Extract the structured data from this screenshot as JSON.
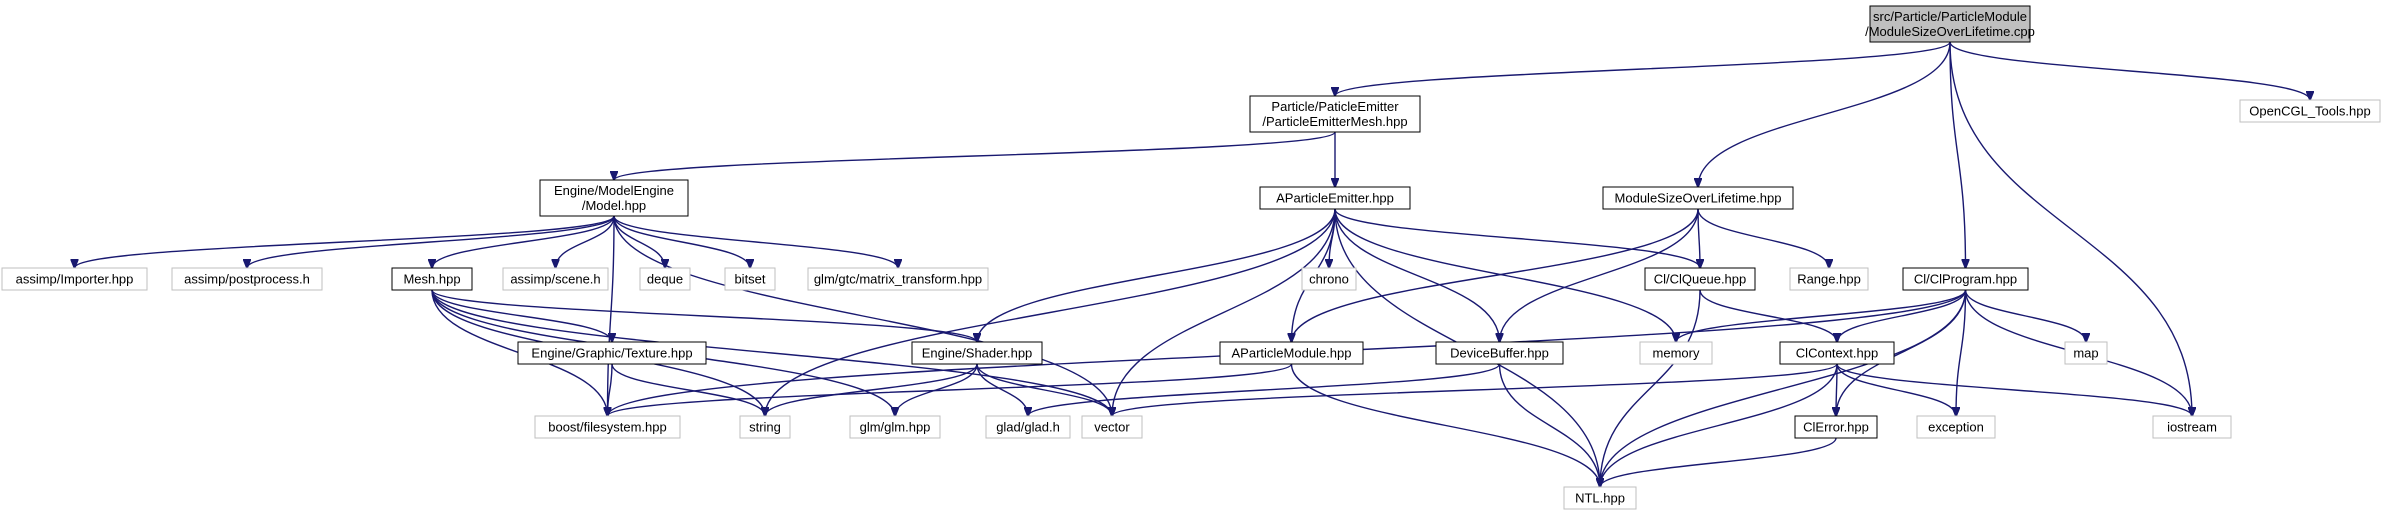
{
  "diagram": {
    "colors": {
      "edge": "#191970",
      "root_fill": "#bfbfbf",
      "root_stroke": "#000000",
      "internal_stroke": "#000000",
      "external_stroke": "#bfbfbf",
      "node_fill": "#ffffff"
    },
    "nodes": [
      {
        "id": "root",
        "kind": "root",
        "lines": [
          "src/Particle/ParticleModule",
          "/ModuleSizeOverLifetime.cpp"
        ]
      },
      {
        "id": "mesh_hpp_emitter",
        "kind": "internal",
        "lines": [
          "Particle/PaticleEmitter",
          "/ParticleEmitterMesh.hpp"
        ]
      },
      {
        "id": "opencgl_tools",
        "kind": "external",
        "lines": [
          "OpenCGL_Tools.hpp"
        ]
      },
      {
        "id": "model_hpp",
        "kind": "internal",
        "lines": [
          "Engine/ModelEngine",
          "/Model.hpp"
        ]
      },
      {
        "id": "aparticle_emitter",
        "kind": "internal",
        "lines": [
          "AParticleEmitter.hpp"
        ]
      },
      {
        "id": "module_size",
        "kind": "internal",
        "lines": [
          "ModuleSizeOverLifetime.hpp"
        ]
      },
      {
        "id": "assimp_importer",
        "kind": "external",
        "lines": [
          "assimp/Importer.hpp"
        ]
      },
      {
        "id": "assimp_post",
        "kind": "external",
        "lines": [
          "assimp/postprocess.h"
        ]
      },
      {
        "id": "mesh_hpp",
        "kind": "internal",
        "lines": [
          "Mesh.hpp"
        ]
      },
      {
        "id": "assimp_scene",
        "kind": "external",
        "lines": [
          "assimp/scene.h"
        ]
      },
      {
        "id": "deque",
        "kind": "external",
        "lines": [
          "deque"
        ]
      },
      {
        "id": "bitset",
        "kind": "external",
        "lines": [
          "bitset"
        ]
      },
      {
        "id": "glm_mt",
        "kind": "external",
        "lines": [
          "glm/gtc/matrix_transform.hpp"
        ]
      },
      {
        "id": "chrono",
        "kind": "external",
        "lines": [
          "chrono"
        ]
      },
      {
        "id": "clqueue",
        "kind": "internal",
        "lines": [
          "Cl/ClQueue.hpp"
        ]
      },
      {
        "id": "range",
        "kind": "external",
        "lines": [
          "Range.hpp"
        ]
      },
      {
        "id": "clprogram",
        "kind": "internal",
        "lines": [
          "Cl/ClProgram.hpp"
        ]
      },
      {
        "id": "texture",
        "kind": "internal",
        "lines": [
          "Engine/Graphic/Texture.hpp"
        ]
      },
      {
        "id": "shader",
        "kind": "internal",
        "lines": [
          "Engine/Shader.hpp"
        ]
      },
      {
        "id": "aparticle_module",
        "kind": "internal",
        "lines": [
          "AParticleModule.hpp"
        ]
      },
      {
        "id": "devicebuffer",
        "kind": "internal",
        "lines": [
          "DeviceBuffer.hpp"
        ]
      },
      {
        "id": "memory",
        "kind": "external",
        "lines": [
          "memory"
        ]
      },
      {
        "id": "clcontext",
        "kind": "internal",
        "lines": [
          "ClContext.hpp"
        ]
      },
      {
        "id": "map",
        "kind": "external",
        "lines": [
          "map"
        ]
      },
      {
        "id": "boost_fs",
        "kind": "external",
        "lines": [
          "boost/filesystem.hpp"
        ]
      },
      {
        "id": "string",
        "kind": "external",
        "lines": [
          "string"
        ]
      },
      {
        "id": "glm_glm",
        "kind": "external",
        "lines": [
          "glm/glm.hpp"
        ]
      },
      {
        "id": "glad",
        "kind": "external",
        "lines": [
          "glad/glad.h"
        ]
      },
      {
        "id": "vector",
        "kind": "external",
        "lines": [
          "vector"
        ]
      },
      {
        "id": "clerror",
        "kind": "internal",
        "lines": [
          "ClError.hpp"
        ]
      },
      {
        "id": "exception",
        "kind": "external",
        "lines": [
          "exception"
        ]
      },
      {
        "id": "iostream",
        "kind": "external",
        "lines": [
          "iostream"
        ]
      },
      {
        "id": "ntl",
        "kind": "external",
        "lines": [
          "NTL.hpp"
        ]
      }
    ],
    "edges": [
      [
        "root",
        "mesh_hpp_emitter"
      ],
      [
        "root",
        "opencgl_tools"
      ],
      [
        "root",
        "module_size"
      ],
      [
        "root",
        "clprogram"
      ],
      [
        "root",
        "iostream"
      ],
      [
        "mesh_hpp_emitter",
        "model_hpp"
      ],
      [
        "mesh_hpp_emitter",
        "aparticle_emitter"
      ],
      [
        "model_hpp",
        "assimp_importer"
      ],
      [
        "model_hpp",
        "assimp_post"
      ],
      [
        "model_hpp",
        "mesh_hpp"
      ],
      [
        "model_hpp",
        "assimp_scene"
      ],
      [
        "model_hpp",
        "deque"
      ],
      [
        "model_hpp",
        "bitset"
      ],
      [
        "model_hpp",
        "glm_mt"
      ],
      [
        "model_hpp",
        "boost_fs"
      ],
      [
        "model_hpp",
        "vector"
      ],
      [
        "mesh_hpp",
        "texture"
      ],
      [
        "mesh_hpp",
        "shader"
      ],
      [
        "mesh_hpp",
        "boost_fs"
      ],
      [
        "mesh_hpp",
        "string"
      ],
      [
        "mesh_hpp",
        "glm_glm"
      ],
      [
        "mesh_hpp",
        "vector"
      ],
      [
        "texture",
        "boost_fs"
      ],
      [
        "texture",
        "string"
      ],
      [
        "aparticle_emitter",
        "chrono"
      ],
      [
        "aparticle_emitter",
        "clqueue"
      ],
      [
        "aparticle_emitter",
        "shader"
      ],
      [
        "aparticle_emitter",
        "aparticle_module"
      ],
      [
        "aparticle_emitter",
        "devicebuffer"
      ],
      [
        "aparticle_emitter",
        "memory"
      ],
      [
        "aparticle_emitter",
        "string"
      ],
      [
        "aparticle_emitter",
        "vector"
      ],
      [
        "aparticle_emitter",
        "ntl"
      ],
      [
        "shader",
        "string"
      ],
      [
        "shader",
        "glm_glm"
      ],
      [
        "shader",
        "glad"
      ],
      [
        "shader",
        "vector"
      ],
      [
        "aparticle_module",
        "boost_fs"
      ],
      [
        "aparticle_module",
        "ntl"
      ],
      [
        "module_size",
        "clqueue"
      ],
      [
        "module_size",
        "range"
      ],
      [
        "module_size",
        "aparticle_module"
      ],
      [
        "module_size",
        "devicebuffer"
      ],
      [
        "devicebuffer",
        "glad"
      ],
      [
        "devicebuffer",
        "ntl"
      ],
      [
        "clqueue",
        "clcontext"
      ],
      [
        "clqueue",
        "ntl"
      ],
      [
        "clprogram",
        "memory"
      ],
      [
        "clprogram",
        "map"
      ],
      [
        "clprogram",
        "clcontext"
      ],
      [
        "clprogram",
        "clerror"
      ],
      [
        "clprogram",
        "exception"
      ],
      [
        "clprogram",
        "iostream"
      ],
      [
        "clprogram",
        "boost_fs"
      ],
      [
        "clprogram",
        "ntl"
      ],
      [
        "clcontext",
        "vector"
      ],
      [
        "clcontext",
        "clerror"
      ],
      [
        "clcontext",
        "exception"
      ],
      [
        "clcontext",
        "iostream"
      ],
      [
        "clcontext",
        "ntl"
      ],
      [
        "clerror",
        "ntl"
      ]
    ]
  }
}
